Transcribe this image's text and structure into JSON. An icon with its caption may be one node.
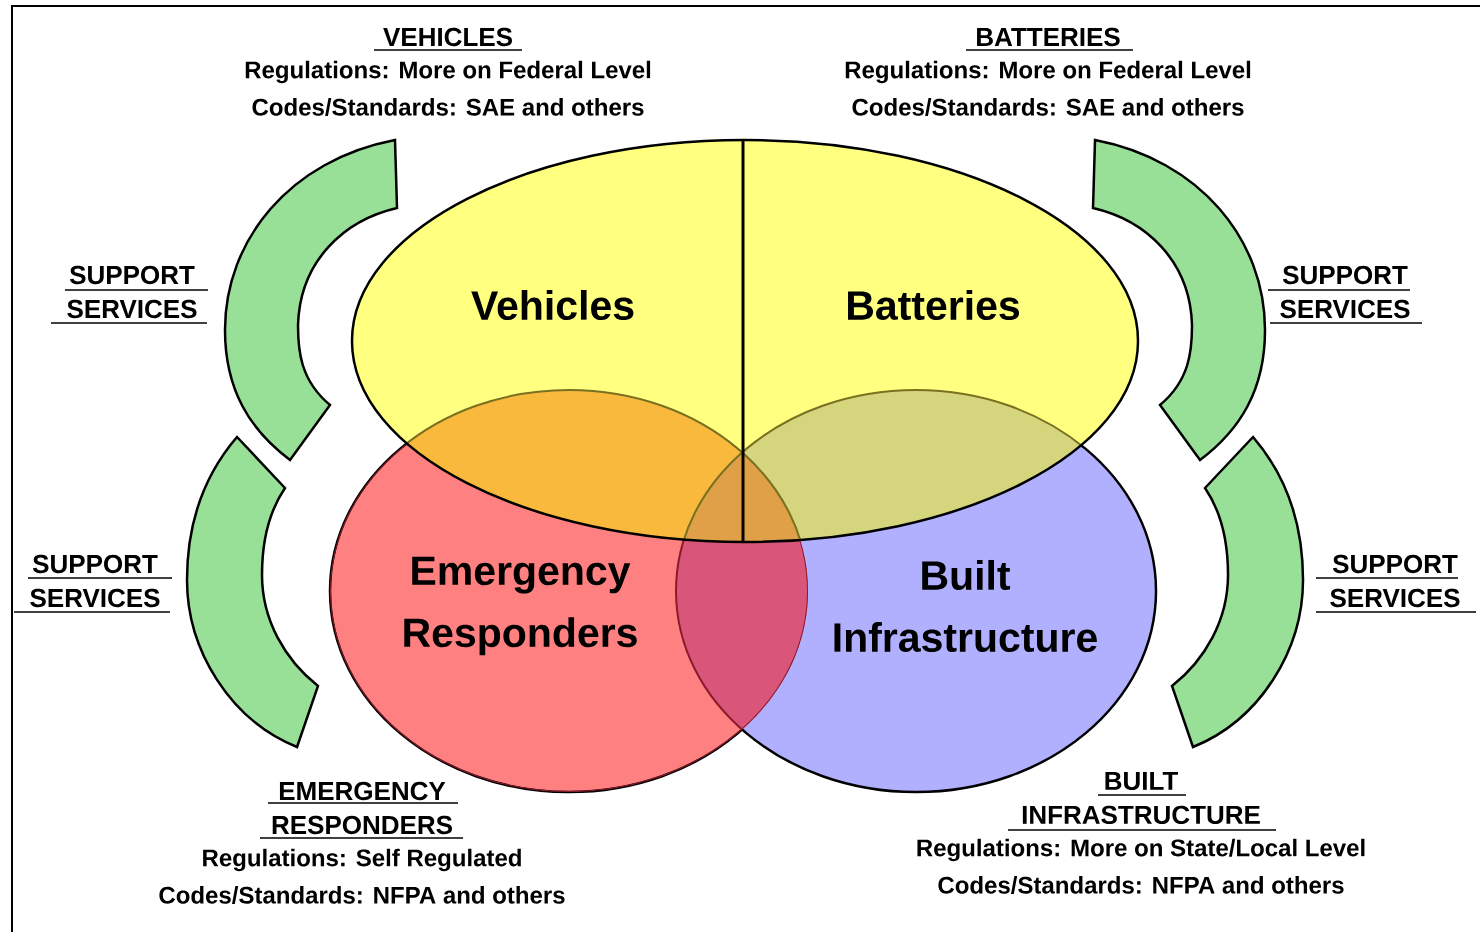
{
  "diagram": {
    "nodes": [
      {
        "text": [
          "Vehicles"
        ]
      },
      {
        "text": [
          "Batteries"
        ]
      },
      {
        "text": [
          "Emergency Responders"
        ]
      },
      {
        "text": [
          "Built Infrastructure"
        ]
      },
      {
        "text": [
          "SUPPORT SERVICES"
        ]
      },
      {
        "text": [
          "SUPPORT SERVICES"
        ]
      },
      {
        "text": [
          "SUPPORT SERVICES"
        ]
      },
      {
        "text": [
          "SUPPORT SERVICES"
        ]
      }
    ],
    "labels": [
      "VEHICLES",
      "Regulations: More on Federal Level",
      "Codes/Standards: SAE and others",
      "BATTERIES",
      "Regulations: More on Federal Level",
      "Codes/Standards: SAE and others",
      "EMERGENCY RESPONDERS",
      "Regulations: Self Regulated",
      "Codes/Standards: NFPA and others",
      "BUILT INFRASTRUCTURE",
      "Regulations: More on State/Local Level",
      "Codes/Standards: NFPA and others"
    ]
  }
}
